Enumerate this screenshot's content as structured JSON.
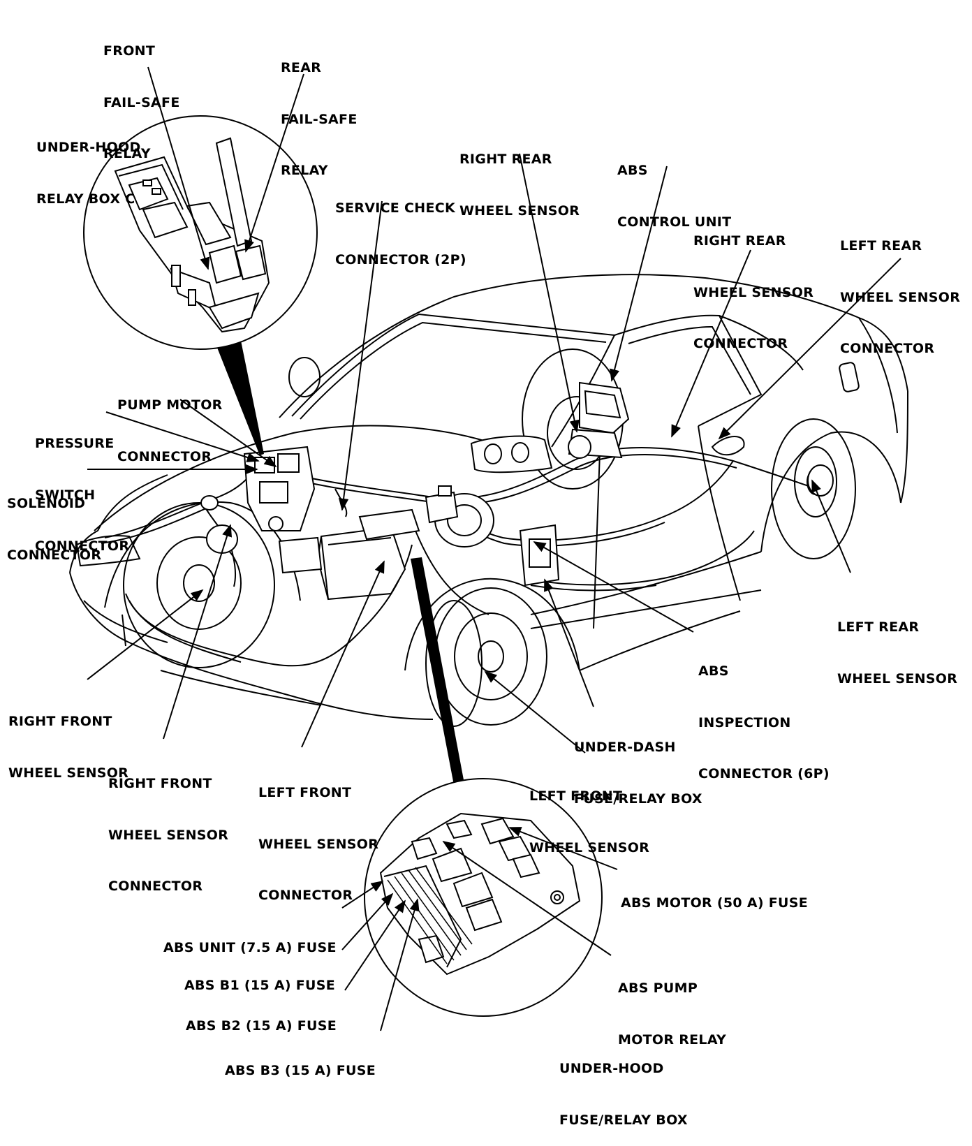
{
  "labels": {
    "front_fail_safe_relay": [
      "FRONT",
      "FAIL-SAFE",
      "RELAY"
    ],
    "rear_fail_safe_relay": [
      "REAR",
      "FAIL-SAFE",
      "RELAY"
    ],
    "under_hood_relay_box_c": [
      "UNDER-HOOD",
      "RELAY BOX C"
    ],
    "service_check_connector": [
      "SERVICE CHECK",
      "CONNECTOR (2P)"
    ],
    "right_rear_wheel_sensor": [
      "RIGHT REAR",
      "WHEEL SENSOR"
    ],
    "abs_control_unit": [
      "ABS",
      "CONTROL UNIT"
    ],
    "right_rear_wheel_sensor_connector": [
      "RIGHT REAR",
      "WHEEL SENSOR",
      "CONNECTOR"
    ],
    "left_rear_wheel_sensor_connector": [
      "LEFT REAR",
      "WHEEL SENSOR",
      "CONNECTOR"
    ],
    "pump_motor_connector": [
      "PUMP MOTOR",
      "CONNECTOR"
    ],
    "pressure_switch_connector": [
      "PRESSURE",
      "SWITCH",
      "CONNECTOR"
    ],
    "solenoid_connector": [
      "SOLENOID",
      "CONNECTOR"
    ],
    "left_rear_wheel_sensor": [
      "LEFT REAR",
      "WHEEL SENSOR"
    ],
    "abs_inspection_connector": [
      "ABS",
      "INSPECTION",
      "CONNECTOR (6P)"
    ],
    "right_front_wheel_sensor": [
      "RIGHT FRONT",
      "WHEEL SENSOR"
    ],
    "under_dash_fuse_relay_box": [
      "UNDER-DASH",
      "FUSE/RELAY BOX"
    ],
    "right_front_wheel_sensor_connector": [
      "RIGHT FRONT",
      "WHEEL SENSOR",
      "CONNECTOR"
    ],
    "left_front_wheel_sensor_connector": [
      "LEFT FRONT",
      "WHEEL SENSOR",
      "CONNECTOR"
    ],
    "left_front_wheel_sensor": [
      "LEFT FRONT",
      "WHEEL SENSOR"
    ],
    "abs_motor_fuse": [
      "ABS MOTOR (50 A) FUSE"
    ],
    "abs_unit_fuse": [
      "ABS UNIT (7.5 A) FUSE"
    ],
    "abs_b1_fuse": [
      "ABS B1 (15 A) FUSE"
    ],
    "abs_pump_motor_relay": [
      "ABS PUMP",
      "MOTOR RELAY"
    ],
    "abs_b2_fuse": [
      "ABS B2 (15 A) FUSE"
    ],
    "abs_b3_fuse": [
      "ABS B3 (15 A) FUSE"
    ],
    "under_hood_fuse_relay_box": [
      "UNDER-HOOD",
      "FUSE/RELAY BOX"
    ]
  }
}
